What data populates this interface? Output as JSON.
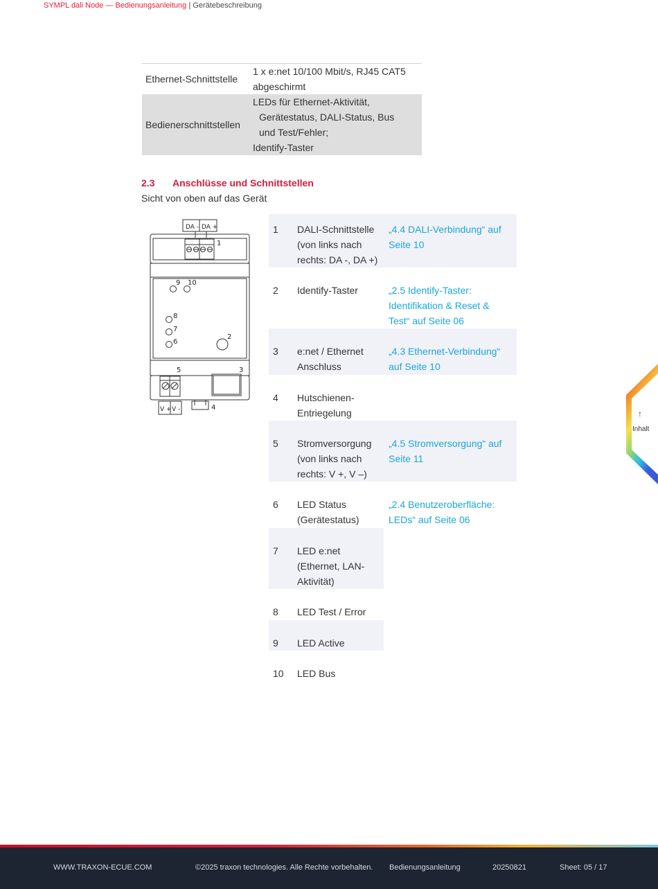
{
  "header": {
    "doc": "SYMPL dali Node — Bedienungsanleitung",
    "sep": " | ",
    "section": "Gerätebeschreibung"
  },
  "specs": [
    {
      "key": "Ethernet-Schnittstelle",
      "lines": [
        "1 x e:net 10/100 Mbit/s, RJ45 CAT5",
        "abgeschirmt"
      ]
    },
    {
      "key": "Bedienerschnittstellen",
      "lines": [
        "LEDs für Ethernet-Aktivität,",
        "Gerätestatus, DALI-Status, Bus",
        "und Test/Fehler;",
        "Identify-Taster"
      ]
    }
  ],
  "section": {
    "number": "2.3",
    "title": "Anschlüsse und Schnittstellen",
    "subtitle": "Sicht von oben auf das Gerät"
  },
  "diagram": {
    "labels": {
      "da_minus": "DA -",
      "da_plus": "DA +",
      "v_plus": "V +",
      "v_minus": "V -"
    },
    "callouts": [
      "1",
      "2",
      "3",
      "4",
      "5",
      "6",
      "7",
      "8",
      "9",
      "10"
    ]
  },
  "parts": [
    {
      "num": "1",
      "desc": [
        "DALI-Schnittstelle",
        "(von links nach",
        "rechts: DA -, DA +)"
      ],
      "link": [
        "„4.4 DALI-Verbindung“ auf",
        "Seite 10"
      ]
    },
    {
      "num": "2",
      "desc": [
        "Identify-Taster"
      ],
      "link": [
        "„2.5 Identify-Taster:",
        "Identifikation & Reset &",
        "Test“ auf Seite 06"
      ]
    },
    {
      "num": "3",
      "desc": [
        "e:net / Ethernet",
        "Anschluss"
      ],
      "link": [
        "„4.3 Ethernet-Verbindung“",
        "auf Seite 10"
      ]
    },
    {
      "num": "4",
      "desc": [
        "Hutschienen-",
        "Entriegelung"
      ],
      "link": []
    },
    {
      "num": "5",
      "desc": [
        "Stromversorgung",
        "(von links nach",
        "rechts: V +, V –)"
      ],
      "link": [
        "„4.5 Stromversorgung“ auf",
        "Seite 11"
      ]
    },
    {
      "num": "6",
      "desc": [
        "LED Status",
        "(Gerätestatus)"
      ],
      "link": [
        "„2.4 Benutzeroberfläche:",
        "LEDs“ auf Seite 06"
      ]
    },
    {
      "num": "7",
      "desc": [
        "LED e:net",
        "(Ethernet, LAN-",
        "Aktivität)"
      ],
      "link": []
    },
    {
      "num": "8",
      "desc": [
        "LED Test / Error"
      ],
      "link": []
    },
    {
      "num": "9",
      "desc": [
        "LED Active"
      ],
      "link": []
    },
    {
      "num": "10",
      "desc": [
        "LED Bus"
      ],
      "link": []
    }
  ],
  "toc": {
    "label": "Inhalt",
    "arrow": "↑"
  },
  "footer": {
    "website": "WWW.TRAXON-ECUE.COM",
    "copyright": "©2025 traxon technologies. Alle Rechte vorbehalten.",
    "doctype": "Bedienungsanleitung",
    "date": "20250821",
    "sheet": "Sheet: 05 / 17"
  }
}
